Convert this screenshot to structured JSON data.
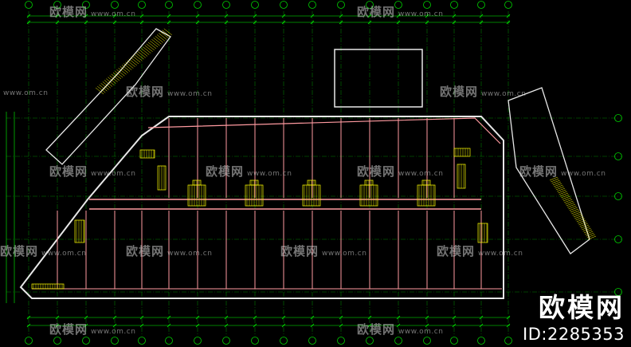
{
  "watermark": {
    "brand": "欧模网",
    "site": "www.om.cn"
  },
  "brand_badge": {
    "name": "欧模网",
    "id_text": "ID:2285353"
  },
  "colors": {
    "background": "#000000",
    "grid_line": "#00d000",
    "wall": "#e8e8e8",
    "partition": "#ff9aa0",
    "hatch": "#ffff00",
    "dimension": "#00ff00"
  }
}
